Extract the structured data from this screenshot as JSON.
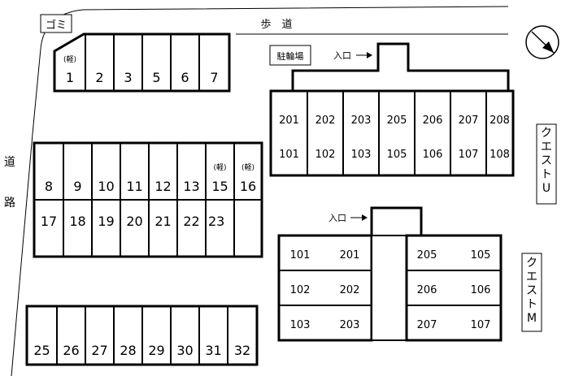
{
  "labels": {
    "gomi": "ゴミ",
    "sidewalk": "歩　道",
    "road_top": "道",
    "road_bottom": "路",
    "bicycle_parking": "駐輪場",
    "entrance": "入口",
    "building_u": "クエストU",
    "building_m": "クエストM",
    "kei": "(軽)"
  },
  "parking": {
    "top_row": [
      "1",
      "2",
      "3",
      "5",
      "6",
      "7"
    ],
    "middle_row_a": [
      "8",
      "9",
      "10",
      "11",
      "12",
      "13",
      "15",
      "16"
    ],
    "middle_row_b": [
      "17",
      "18",
      "19",
      "20",
      "21",
      "22",
      "23"
    ],
    "bottom_row": [
      "25",
      "26",
      "27",
      "28",
      "29",
      "30",
      "31",
      "32"
    ]
  },
  "quest_u": {
    "upper": [
      "201",
      "202",
      "203",
      "205",
      "206",
      "207",
      "208"
    ],
    "lower": [
      "101",
      "102",
      "103",
      "105",
      "106",
      "107",
      "108"
    ]
  },
  "quest_m": {
    "left": [
      [
        "101",
        "201"
      ],
      [
        "102",
        "202"
      ],
      [
        "103",
        "203"
      ]
    ],
    "right": [
      [
        "205",
        "105"
      ],
      [
        "206",
        "106"
      ],
      [
        "207",
        "107"
      ]
    ]
  },
  "icons": {
    "compass": "north-arrow-icon"
  }
}
